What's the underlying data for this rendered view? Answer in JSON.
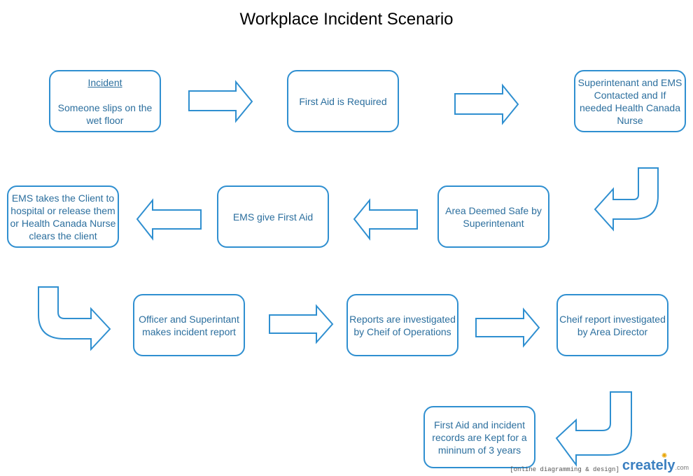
{
  "title": "Workplace Incident Scenario",
  "nodes": {
    "incident": {
      "header": "Incident ",
      "text": "Someone slips on the wet floor"
    },
    "first_aid_required": {
      "text": "First Aid is Required"
    },
    "superintendent_ems": {
      "text": "Superintenant and EMS Contacted and If needed Health Canada Nurse"
    },
    "area_safe": {
      "text": "Area Deemed Safe by Superintenant"
    },
    "ems_first_aid": {
      "text": "EMS give First Aid"
    },
    "ems_client": {
      "text": "EMS takes the Client to hospital or release them or Health Canada Nurse clears the client"
    },
    "officer_report": {
      "text": "Officer and Superintant makes incident report"
    },
    "reports_investigated": {
      "text": "Reports are investigated by Cheif of Operations"
    },
    "chief_report": {
      "text": "Cheif report investigated by Area Director"
    },
    "records_kept": {
      "text": "First Aid and incident records are Kept for a mininum of 3 years"
    }
  },
  "watermark": {
    "tag": "[online diagramming & design]",
    "brand": "creately",
    "domain": ".com"
  },
  "colors": {
    "stroke": "#2f8fd0",
    "text": "#2c6f9e"
  }
}
